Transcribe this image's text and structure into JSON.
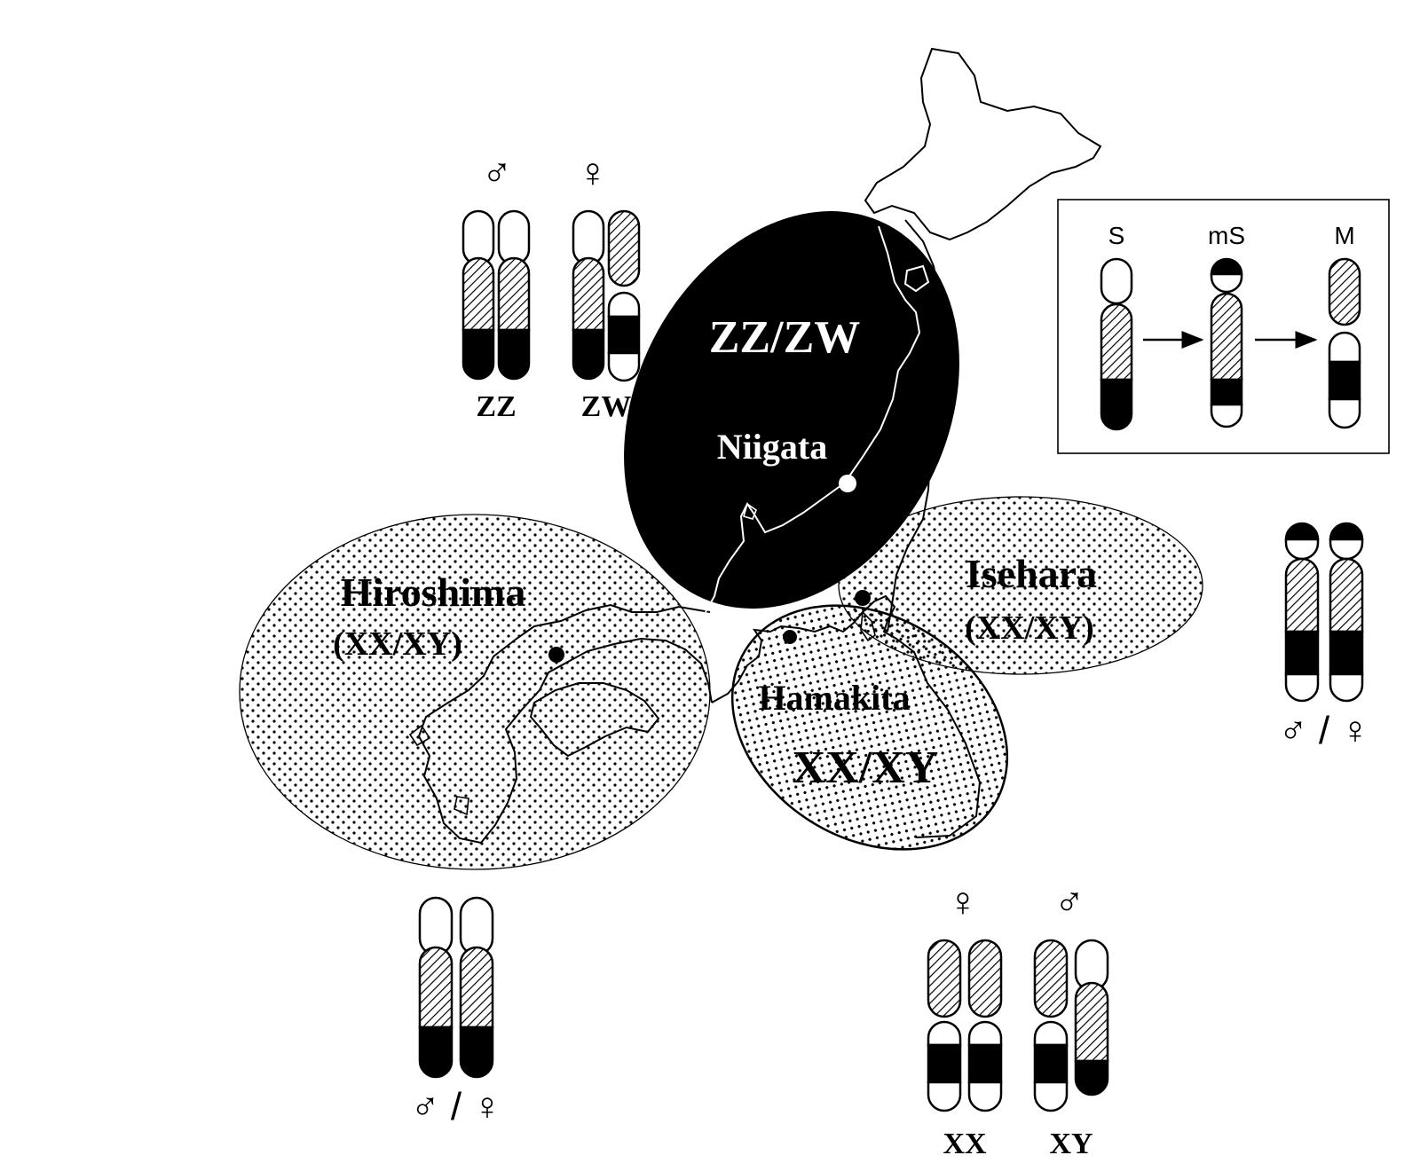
{
  "colors": {
    "ink": "#000000",
    "paper": "#ffffff"
  },
  "regions": {
    "niigata": {
      "system": "ZZ/ZW",
      "place": "Niigata"
    },
    "hiroshima": {
      "place": "Hiroshima",
      "system": "(XX/XY)"
    },
    "isehara": {
      "place": "Isehara",
      "system": "(XX/XY)"
    },
    "hamakita": {
      "place": "Hamakita",
      "system": "XX/XY"
    }
  },
  "karyotypes": {
    "zw_group": {
      "male_symbol": "♂",
      "female_symbol": "♀",
      "left_label": "ZZ",
      "right_label": "ZW"
    },
    "hiroshima": {
      "sex_label": "♂ / ♀"
    },
    "xy_group": {
      "female_symbol": "♀",
      "male_symbol": "♂",
      "left_label": "XX",
      "right_label": "XY"
    },
    "isehara": {
      "sex_label": "♂ / ♀"
    }
  },
  "inset": {
    "labels": [
      "S",
      "mS",
      "M"
    ]
  }
}
